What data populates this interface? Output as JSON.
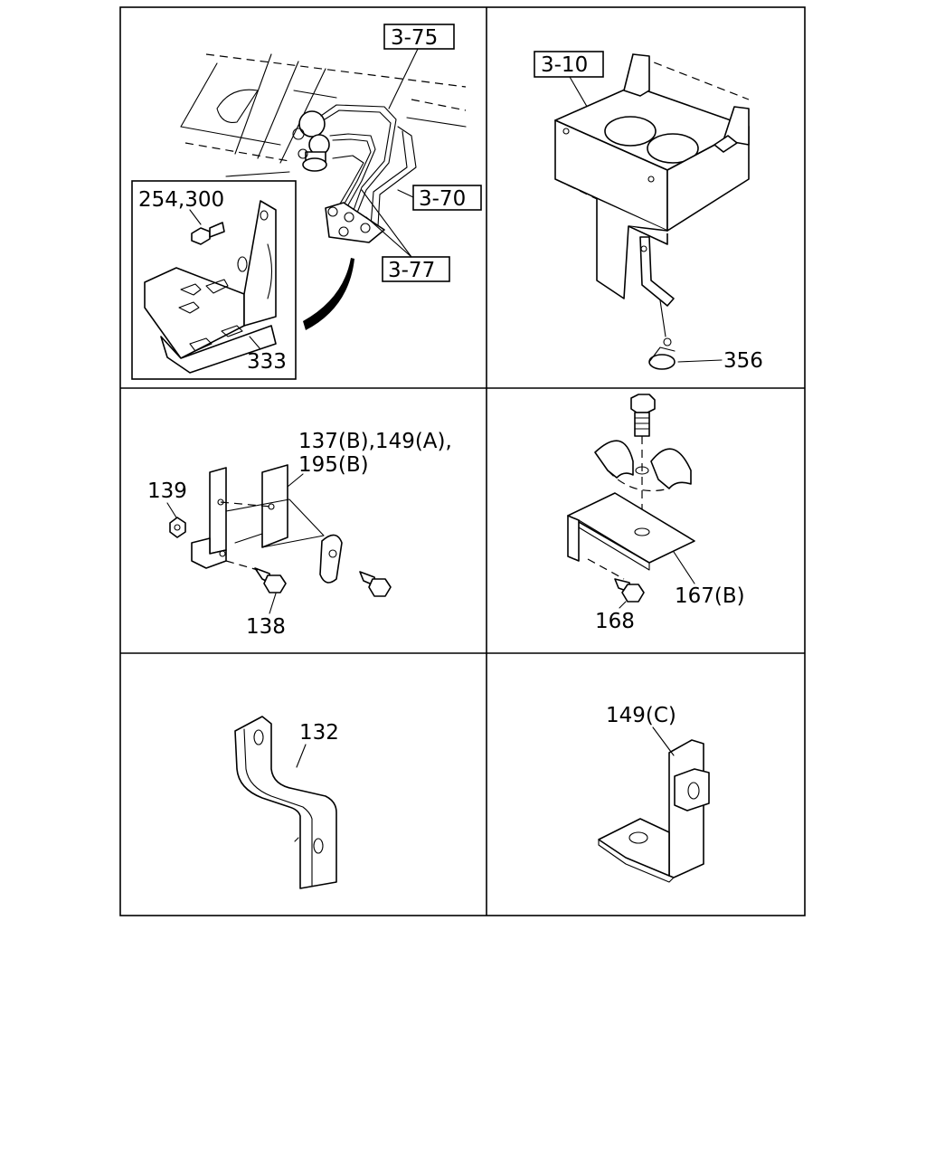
{
  "panels": [
    {
      "id": "brake-pipe-panel",
      "labels": [
        "3-75",
        "3-70",
        "3-77",
        "254,300",
        "333"
      ]
    },
    {
      "id": "battery-box-panel",
      "labels": [
        "3-10",
        "356"
      ]
    },
    {
      "id": "bracket-clip-panel",
      "labels": [
        "137(B),149(A),",
        "195(B)",
        "139",
        "138"
      ]
    },
    {
      "id": "clip-bracket-panel",
      "labels": [
        "167(B)",
        "168"
      ]
    },
    {
      "id": "z-bracket-panel",
      "labels": [
        "132"
      ]
    },
    {
      "id": "l-bracket-panel",
      "labels": [
        "149(C)"
      ]
    }
  ]
}
